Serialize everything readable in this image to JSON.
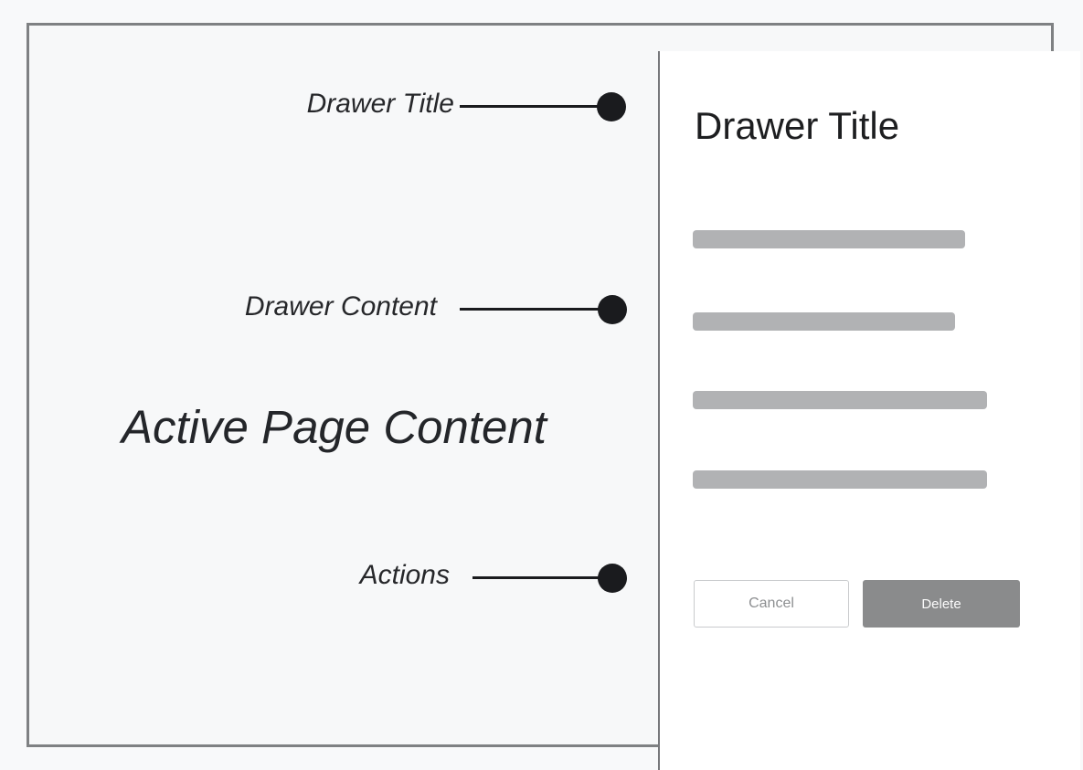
{
  "annotations": {
    "drawer_title_label": "Drawer Title",
    "drawer_content_label": "Drawer Content",
    "active_page_label": "Active Page Content",
    "actions_label": "Actions"
  },
  "drawer": {
    "title": "Drawer Title",
    "skeleton_line_count": 4,
    "actions": {
      "cancel_label": "Cancel",
      "delete_label": "Delete"
    }
  },
  "colors": {
    "page_background": "#f8f9fa",
    "frame_border": "#7f8183",
    "drawer_background": "#ffffff",
    "drawer_divider": "#77787b",
    "skeleton_bar": "#b1b2b4",
    "delete_button_background": "#8a8b8c",
    "delete_button_text": "#fbfbfb",
    "cancel_button_border": "#c9cbcd",
    "cancel_button_text": "#8d8f91",
    "annotation_ink": "#1a1b1e"
  }
}
